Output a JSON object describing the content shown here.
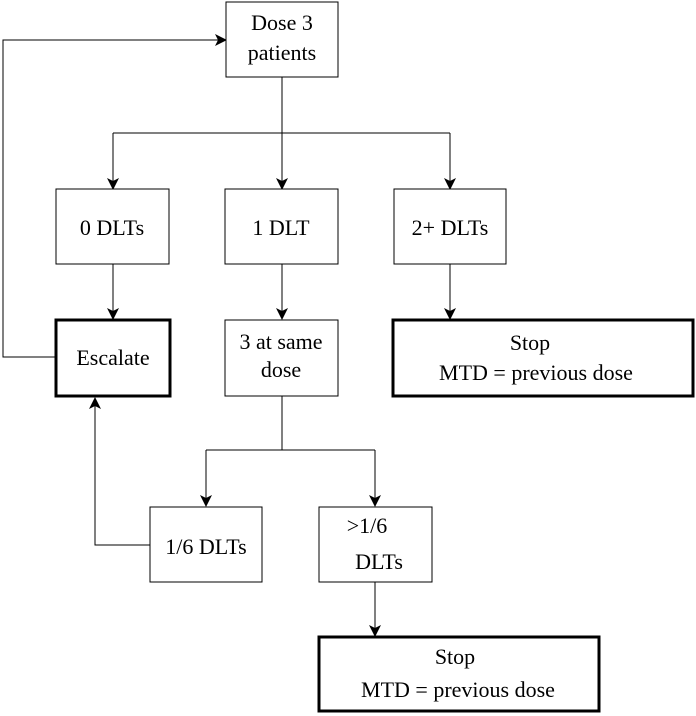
{
  "nodes": {
    "dose3": {
      "line1": "Dose 3",
      "line2": "patients"
    },
    "zero_dlts": {
      "label": "0 DLTs"
    },
    "one_dlt": {
      "label": "1 DLT"
    },
    "two_plus_dlts": {
      "label": "2+ DLTs"
    },
    "escalate": {
      "label": "Escalate",
      "color": "#008000"
    },
    "three_same": {
      "line1": "3 at same",
      "line2": "dose"
    },
    "stop_top": {
      "line1": "Stop",
      "line2": "MTD = previous dose",
      "stop_color": "#ff0000"
    },
    "one_sixth": {
      "label": "1/6 DLTs"
    },
    "more_sixth": {
      "line1": ">1/6",
      "line2": "DLTs"
    },
    "stop_bottom": {
      "line1": "Stop",
      "line2": "MTD = previous dose",
      "stop_color": "#ff0000"
    }
  }
}
